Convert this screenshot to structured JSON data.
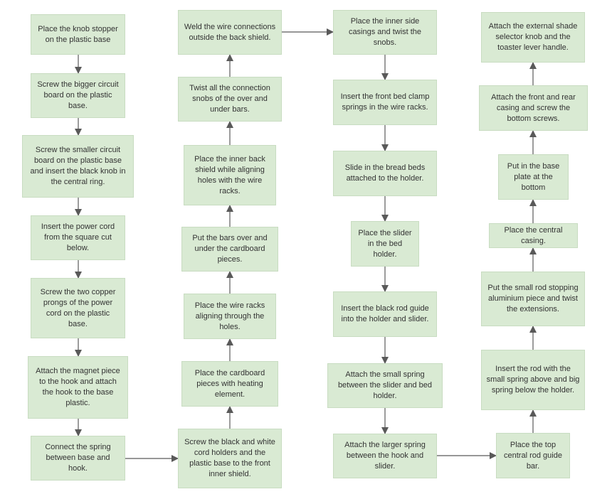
{
  "colors": {
    "box_fill": "#d9ead3",
    "box_border": "#c8dcc1",
    "arrow": "#595959",
    "text": "#333333"
  },
  "columns": [
    {
      "direction": "down",
      "steps": [
        "Place the knob stopper on the plastic base",
        "Screw the bigger circuit board on the plastic base.",
        "Screw the smaller circuit board on the plastic base and insert the black knob in the central ring.",
        "Insert the power cord from the square cut below.",
        "Screw the two copper prongs of the power cord on the plastic base.",
        "Attach the magnet piece to the hook and attach the hook to the base plastic.",
        "Connect the spring between base and hook."
      ]
    },
    {
      "direction": "up",
      "steps": [
        "Weld the wire connections outside the back shield.",
        "Twist all the connection snobs of the over and under bars.",
        "Place the inner back shield while aligning holes with the wire racks.",
        "Put the bars over and under the cardboard pieces.",
        "Place the wire racks aligning through the holes.",
        "Place the cardboard pieces with heating element.",
        "Screw the black and white cord holders and the plastic base to the front inner shield."
      ]
    },
    {
      "direction": "down",
      "steps": [
        "Place the inner side casings and twist the snobs.",
        "Insert the front bed clamp springs in the wire racks.",
        "Slide in the bread beds attached to the holder.",
        "Place the slider in the bed holder.",
        "Insert the black rod guide into the holder and slider.",
        "Attach the small spring between the slider and bed holder.",
        "Attach the larger spring between the hook and slider."
      ]
    },
    {
      "direction": "up",
      "steps": [
        "Attach the external shade selector knob and the toaster lever handle.",
        "Attach the front and rear casing and screw the bottom screws.",
        "Put in the base plate at the bottom",
        "Place the central casing.",
        "Put the small rod stopping aluminium piece and twist the extensions.",
        "Insert the rod with the small spring above and big spring below the holder.",
        "Place the top central rod guide bar."
      ]
    }
  ]
}
